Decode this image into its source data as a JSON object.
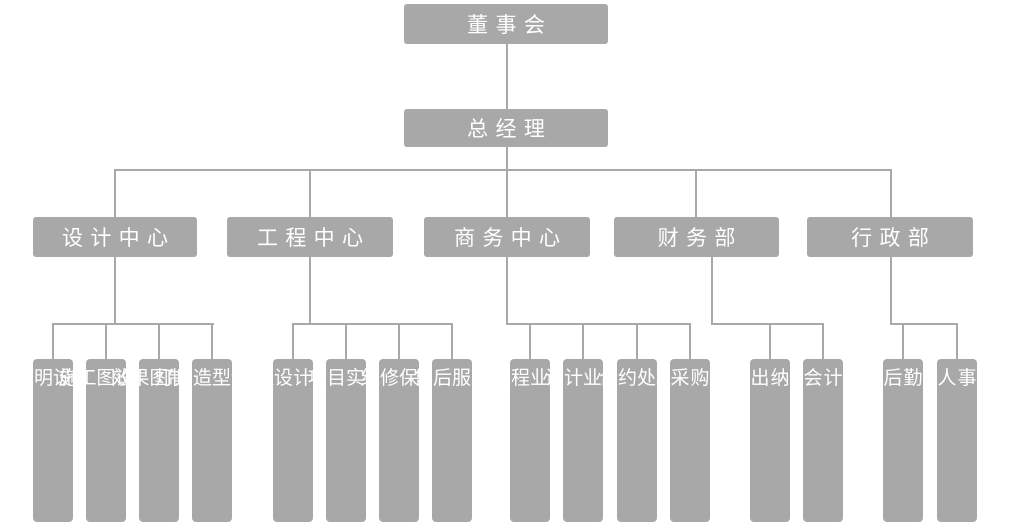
{
  "colors": {
    "background": "#ffffff",
    "box_fill": "#a8a8a8",
    "line": "#a8a8a8",
    "label_text": "#ffffff"
  },
  "chart": {
    "root": {
      "label": "董事会"
    },
    "gm": {
      "label": "总经理"
    },
    "departments": [
      {
        "label": "设计中心",
        "children": [
          "照明设计",
          "施工图设计",
          "效果图制作",
          "灯具造型设计"
        ]
      },
      {
        "label": "工程中心",
        "children": [
          "工程设计支持",
          "项目实施",
          "维修保养",
          "售后服务"
        ]
      },
      {
        "label": "商务中心",
        "children": [
          "工程业务",
          "设计业务",
          "合约处理",
          "采购"
        ]
      },
      {
        "label": "财务部",
        "children": [
          "出纳",
          "会计"
        ]
      },
      {
        "label": "行政部",
        "children": [
          "后勤",
          "人事"
        ]
      }
    ]
  }
}
